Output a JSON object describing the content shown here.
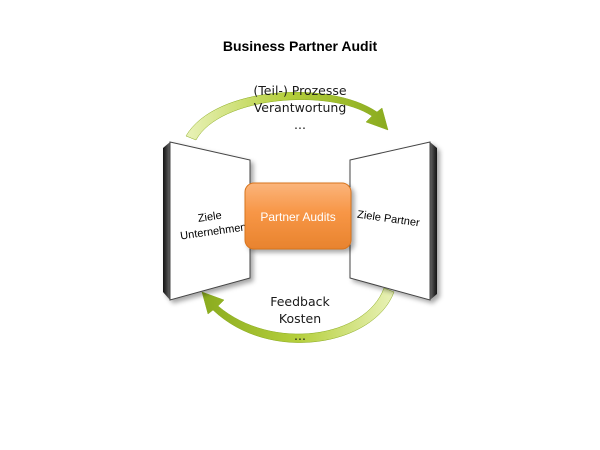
{
  "title": "Business Partner Audit",
  "top_arrow_labels": [
    "(Teil-) Prozesse",
    "Verantwortung",
    "..."
  ],
  "bottom_arrow_labels": [
    "Feedback",
    "Kosten",
    "..."
  ],
  "left_panel": {
    "lines": [
      "Ziele",
      "Unternehmen"
    ]
  },
  "right_panel": {
    "lines": [
      "Ziele Partner"
    ]
  },
  "center_box": {
    "label": "Partner Audits"
  },
  "colors": {
    "arrow": "#9bbb2c",
    "center_box": "#f79646",
    "center_box_border": "#e07b20",
    "center_text": "#ffffff"
  }
}
